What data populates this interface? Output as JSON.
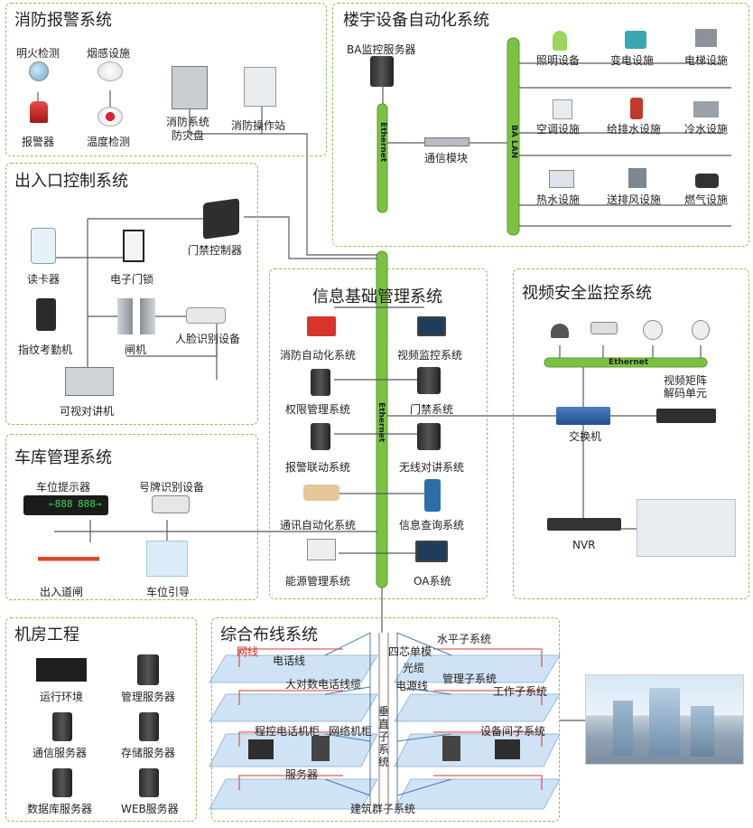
{
  "fire": {
    "title": "消防报警系统",
    "flame": "明火检测",
    "smoke": "烟感设施",
    "alarm": "报警器",
    "temp": "温度检测",
    "panel_l1": "消防系统",
    "panel_l2": "防灾盘",
    "station": "消防操作站"
  },
  "bas": {
    "title": "楼宇设备自动化系统",
    "server": "BA监控服务器",
    "ethernet": "Ethernet",
    "ba_lan": "BA LAN",
    "comm_module": "通信模块",
    "devices": [
      "照明设备",
      "变电设施",
      "电梯设施",
      "空调设施",
      "给排水设施",
      "冷水设施",
      "热水设施",
      "送排风设施",
      "燃气设施"
    ]
  },
  "access": {
    "title": "出入口控制系统",
    "card_reader": "读卡器",
    "door_lock": "电子门锁",
    "controller": "门禁控制器",
    "fingerprint": "指纹考勤机",
    "gate": "闸机",
    "face": "人脸识别设备",
    "intercom": "可视对讲机"
  },
  "info": {
    "title": "信息基础管理系统",
    "ethernet": "Ethernet",
    "left": [
      "消防自动化系统",
      "权限管理系统",
      "报警联动系统",
      "通讯自动化系统",
      "能源管理系统"
    ],
    "right": [
      "视频监控系统",
      "门禁系统",
      "无线对讲系统",
      "信息查询系统",
      "OA系统"
    ]
  },
  "video": {
    "title": "视频安全监控系统",
    "ethernet": "Ethernet",
    "matrix_l1": "视频矩阵",
    "matrix_l2": "解码单元",
    "switch": "交换机",
    "nvr": "NVR"
  },
  "garage": {
    "title": "车库管理系统",
    "indicator": "车位提示器",
    "plate": "号牌识别设备",
    "barrier": "出入道闸",
    "guide": "车位引导",
    "sign_left": "←888",
    "sign_right": "888→"
  },
  "server_room": {
    "title": "机房工程",
    "items": [
      "运行环境",
      "管理服务器",
      "通信服务器",
      "存储服务器",
      "数据库服务器",
      "WEB服务器"
    ]
  },
  "cabling": {
    "title": "综合布线系统",
    "network_line": "网线",
    "phone_line": "电话线",
    "big_phone": "大对数电话线缆",
    "four_core": "四芯单模",
    "fiber": "光缆",
    "horizontal": "水平子系统",
    "power_line": "电源线",
    "mgmt": "管理子系统",
    "work": "工作子系统",
    "vertical": "垂直子系统",
    "pbx": "程控电话机柜",
    "net_cab": "网络机柜",
    "equip_room": "设备间子系统",
    "server": "服务器",
    "campus": "建筑群子系统"
  },
  "colors": {
    "panel_border": "#8cbf5a",
    "backbone": "#7cc242",
    "cable": "#5a5a5a",
    "plate": "#cfe3f5",
    "red_line": "#d9342b"
  }
}
